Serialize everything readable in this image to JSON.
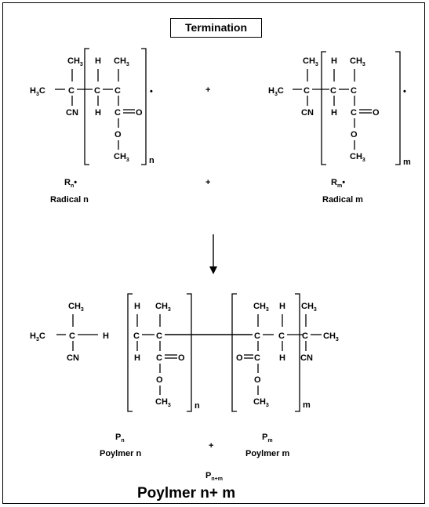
{
  "title": "Termination",
  "reactants": {
    "radical_n": {
      "symbol": "R",
      "subscript": "n",
      "radical_dot": "•",
      "label": "Radical n",
      "repeat_index": "n"
    },
    "radical_m": {
      "symbol": "R",
      "subscript": "m",
      "radical_dot": "•",
      "label": "Radical m",
      "repeat_index": "m"
    },
    "plus_top": "+",
    "plus_middle": "+"
  },
  "arrow_icon": "down-arrow",
  "products": {
    "polymer_n": {
      "symbol": "P",
      "subscript": "n",
      "label": "Poylmer n",
      "repeat_index": "n"
    },
    "polymer_m": {
      "symbol": "P",
      "subscript": "m",
      "label": "Poylmer m",
      "repeat_index": "m"
    },
    "plus": "+",
    "combined": {
      "symbol": "P",
      "subscript": "n+m",
      "label": "Poylmer n+ m"
    }
  },
  "atoms": {
    "ch3": "CH",
    "three": "3",
    "h3c": "H",
    "h3c_tail": "C",
    "c": "C",
    "h": "H",
    "cn": "CN",
    "o": "O",
    "radical": "•"
  }
}
